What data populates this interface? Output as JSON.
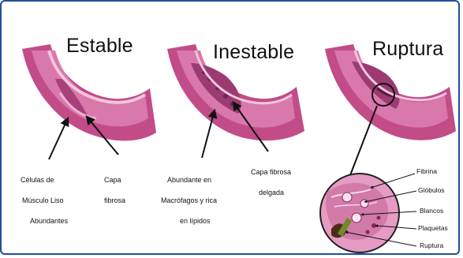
{
  "panels": {
    "stable": {
      "title": "Estable",
      "label_cells": [
        "Células de",
        "Músculo Liso",
        "Abundantes"
      ],
      "label_cap": [
        "Capa",
        "fibrosa"
      ]
    },
    "unstable": {
      "title": "Inestable",
      "label_macro": [
        "Abundante   en",
        "Macrófagos   y rica",
        "en  lípidos"
      ],
      "label_cap": [
        "Capa fibrosa",
        "delgada"
      ]
    },
    "rupture": {
      "title": "Ruptura",
      "zoom_labels": [
        "Fibrina",
        "Glóbulos",
        "Blancos",
        "Plaquetas",
        "Ruptura"
      ]
    }
  },
  "colors": {
    "frame": "#1f4f9a",
    "vessel_outer": "#c04a86",
    "vessel_mid": "#d86ca2",
    "vessel_lumen_edge": "#e9a4c6",
    "plaque": "#9c3f73"
  },
  "icons": {
    "arrow": "arrow-icon",
    "magnifier_circle": "zoom-circle-icon"
  }
}
